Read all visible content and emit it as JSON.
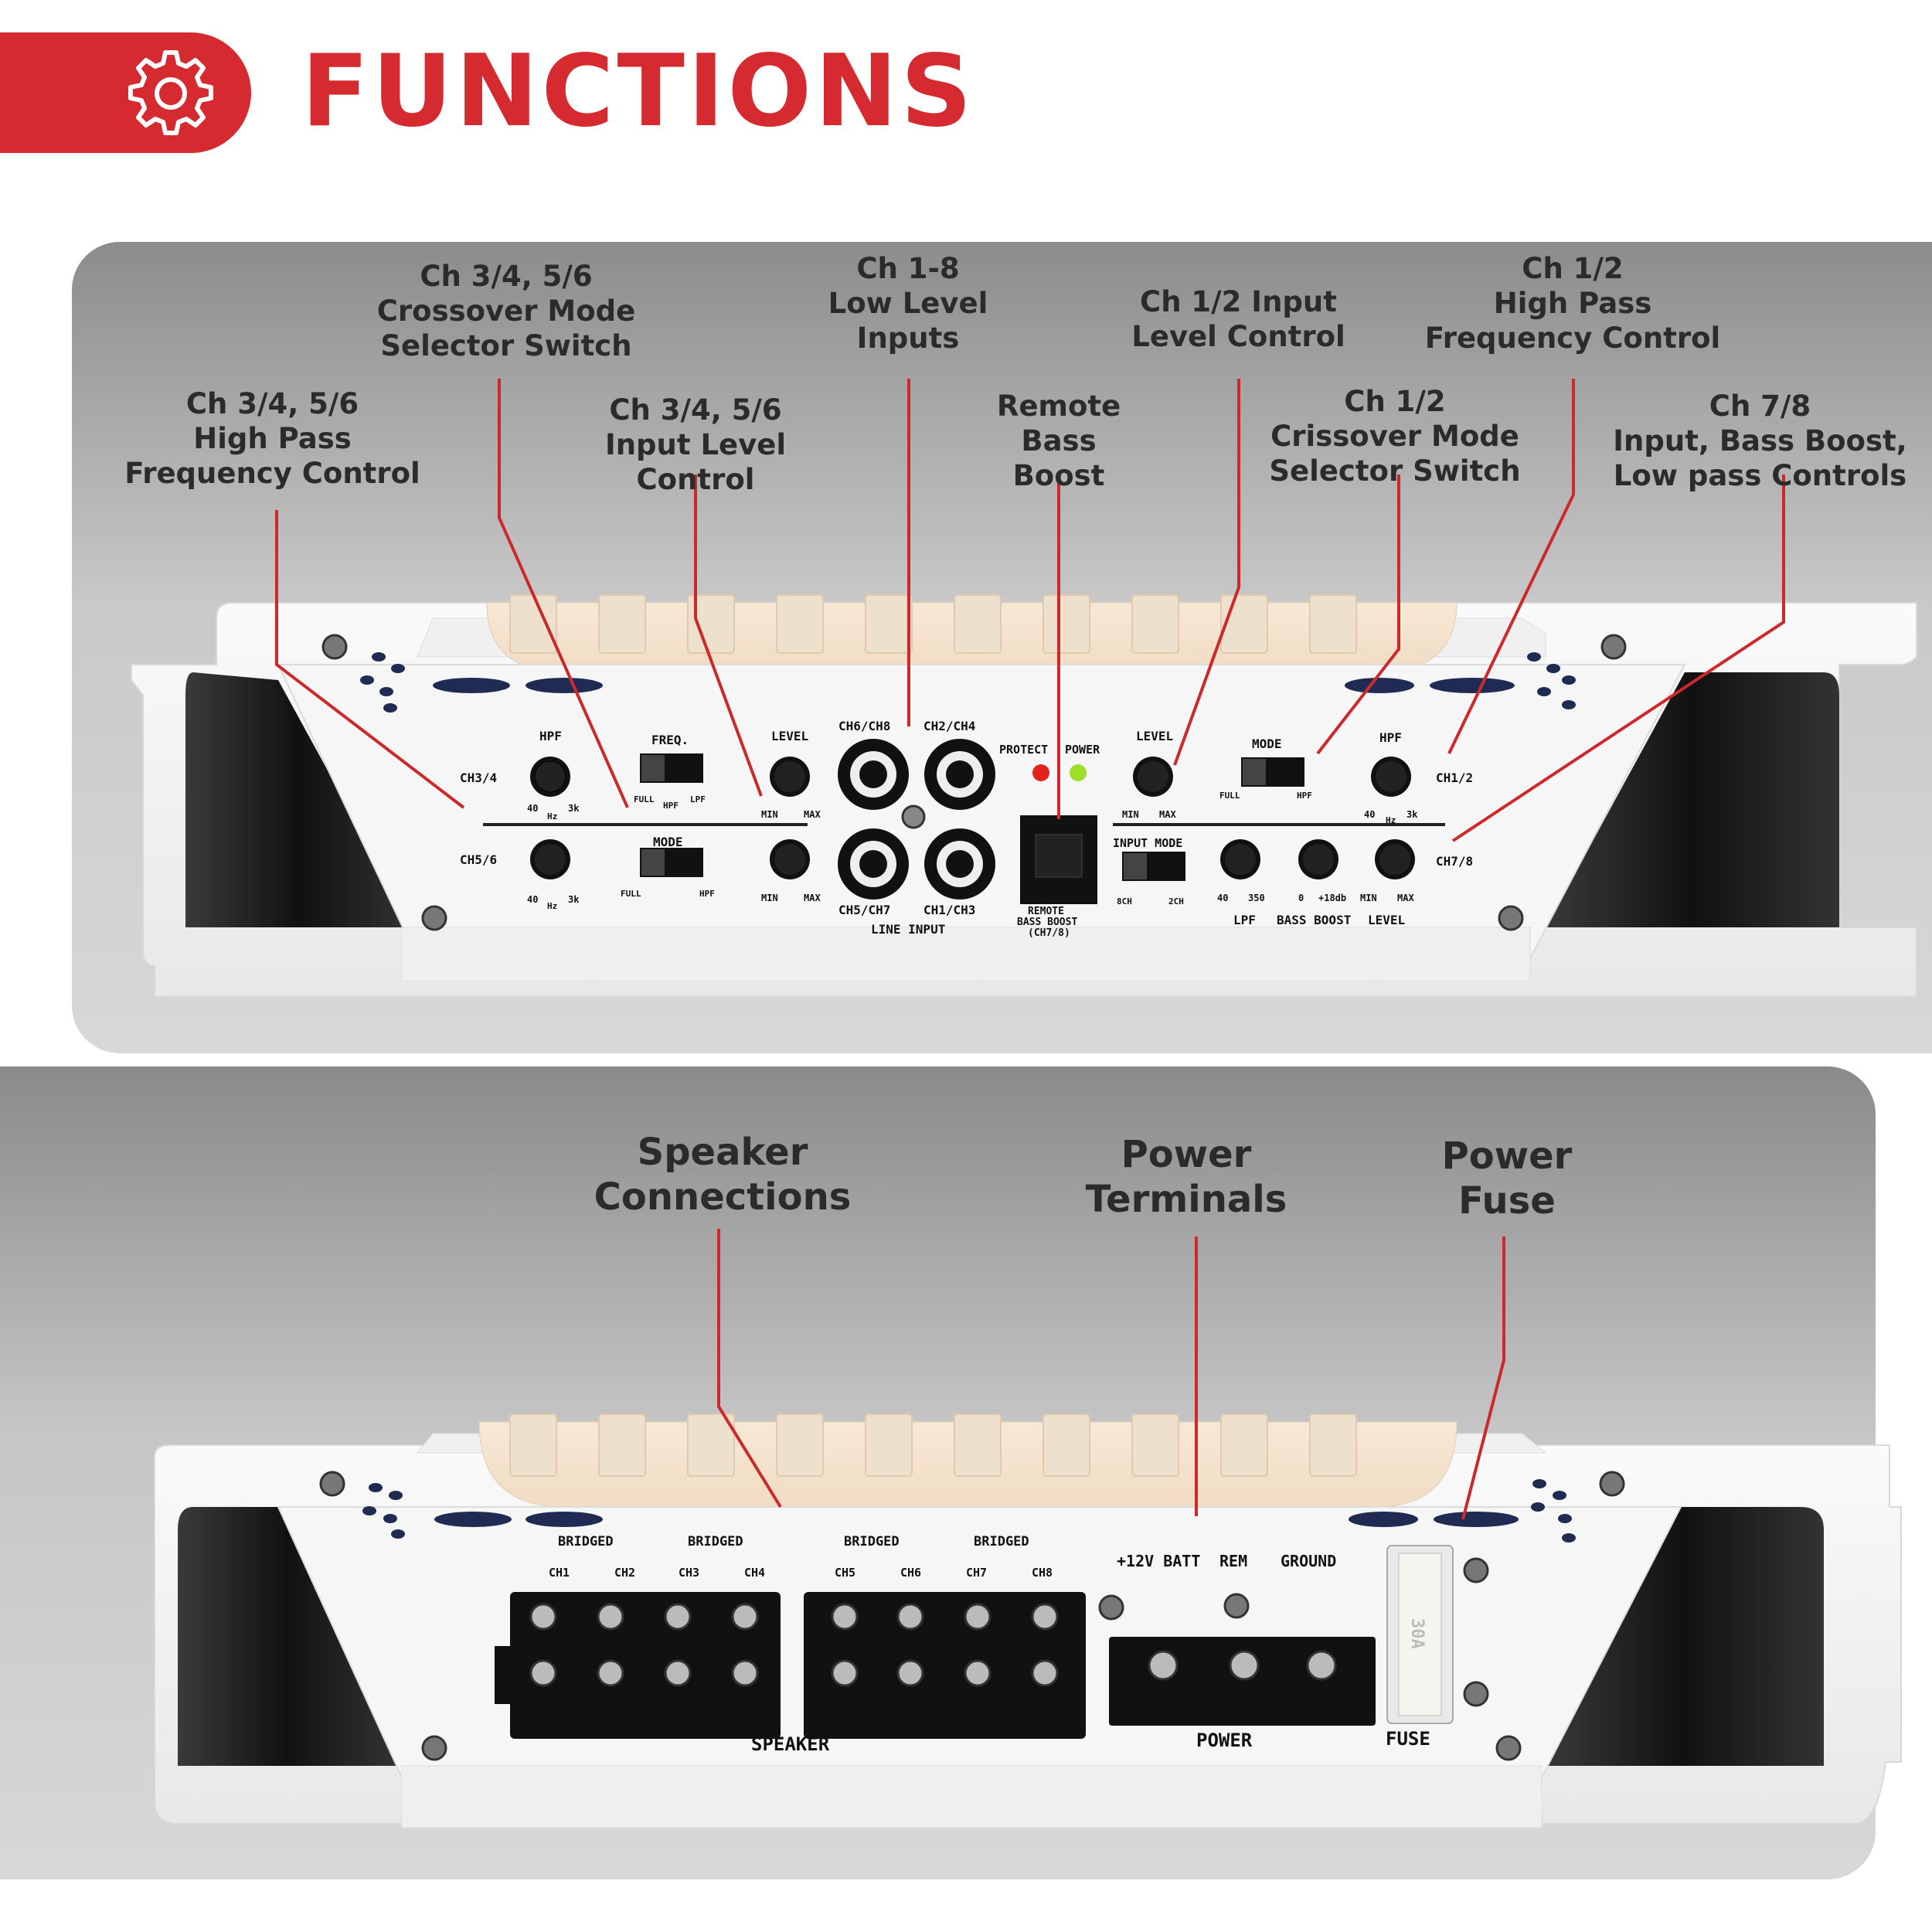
{
  "header": {
    "title": "FUNCTIONS",
    "icon": "gear-icon",
    "accent_color": "#d52a2f"
  },
  "top_callouts": [
    {
      "id": "ch34-hpf",
      "text": "Ch 3/4, 5/6\nHigh Pass\nFrequency Control"
    },
    {
      "id": "ch34-xover",
      "text": "Ch 3/4, 5/6\nCrossover Mode\nSelector Switch"
    },
    {
      "id": "ch34-level",
      "text": "Ch 3/4, 5/6\nInput Level\nControl"
    },
    {
      "id": "ch18-inputs",
      "text": "Ch 1-8\nLow Level\nInputs"
    },
    {
      "id": "remote-bass",
      "text": "Remote\nBass\nBoost"
    },
    {
      "id": "ch12-level",
      "text": "Ch 1/2 Input\nLevel Control"
    },
    {
      "id": "ch12-xover",
      "text": "Ch 1/2\nCrissover Mode\nSelector Switch"
    },
    {
      "id": "ch12-hpf",
      "text": "Ch 1/2\nHigh Pass\nFrequency Control"
    },
    {
      "id": "ch78",
      "text": "Ch 7/8\nInput, Bass Boost,\nLow pass Controls"
    }
  ],
  "bottom_callouts": [
    {
      "id": "speaker",
      "text": "Speaker\nConnections"
    },
    {
      "id": "power-terminals",
      "text": "Power\nTerminals"
    },
    {
      "id": "power-fuse",
      "text": "Power\nFuse"
    }
  ],
  "amp_top": {
    "ch34": "CH3/4",
    "ch56": "CH5/6",
    "ch12": "CH1/2",
    "ch78": "CH7/8",
    "hpf": "HPF",
    "freq": "FREQ.",
    "mode": "MODE",
    "level": "LEVEL",
    "full": "FULL",
    "hpf_small": "HPF",
    "lpf_small": "LPF",
    "hz40": "40",
    "hz3k": "3k",
    "hz": "Hz",
    "min": "MIN",
    "max": "MAX",
    "ch6ch8": "CH6/CH8",
    "ch2ch4": "CH2/CH4",
    "ch5ch7": "CH5/CH7",
    "ch1ch3": "CH1/CH3",
    "line_input": "LINE INPUT",
    "protect": "PROTECT",
    "power": "POWER",
    "remote": "REMOTE",
    "bass_boost_ch78": "BASS BOOST",
    "ch78_paren": "(CH7/8)",
    "input_mode": "INPUT MODE",
    "8ch": "8CH",
    "2ch": "2CH",
    "lpf": "LPF",
    "bass_boost": "BASS BOOST",
    "level_label": "LEVEL",
    "350": "350",
    "zero": "0",
    "plus18": "+18db",
    "protect_color": "#e0231c",
    "power_color": "#9dde2a"
  },
  "amp_bottom": {
    "bridged": "BRIDGED",
    "channels": [
      "CH1",
      "CH2",
      "CH3",
      "CH4",
      "CH5",
      "CH6",
      "CH7",
      "CH8"
    ],
    "speaker": "SPEAKER",
    "batt": "+12V BATT",
    "rem": "REM",
    "ground": "GROUND",
    "power": "POWER",
    "fuse": "FUSE",
    "fuse_rating": "30A"
  }
}
